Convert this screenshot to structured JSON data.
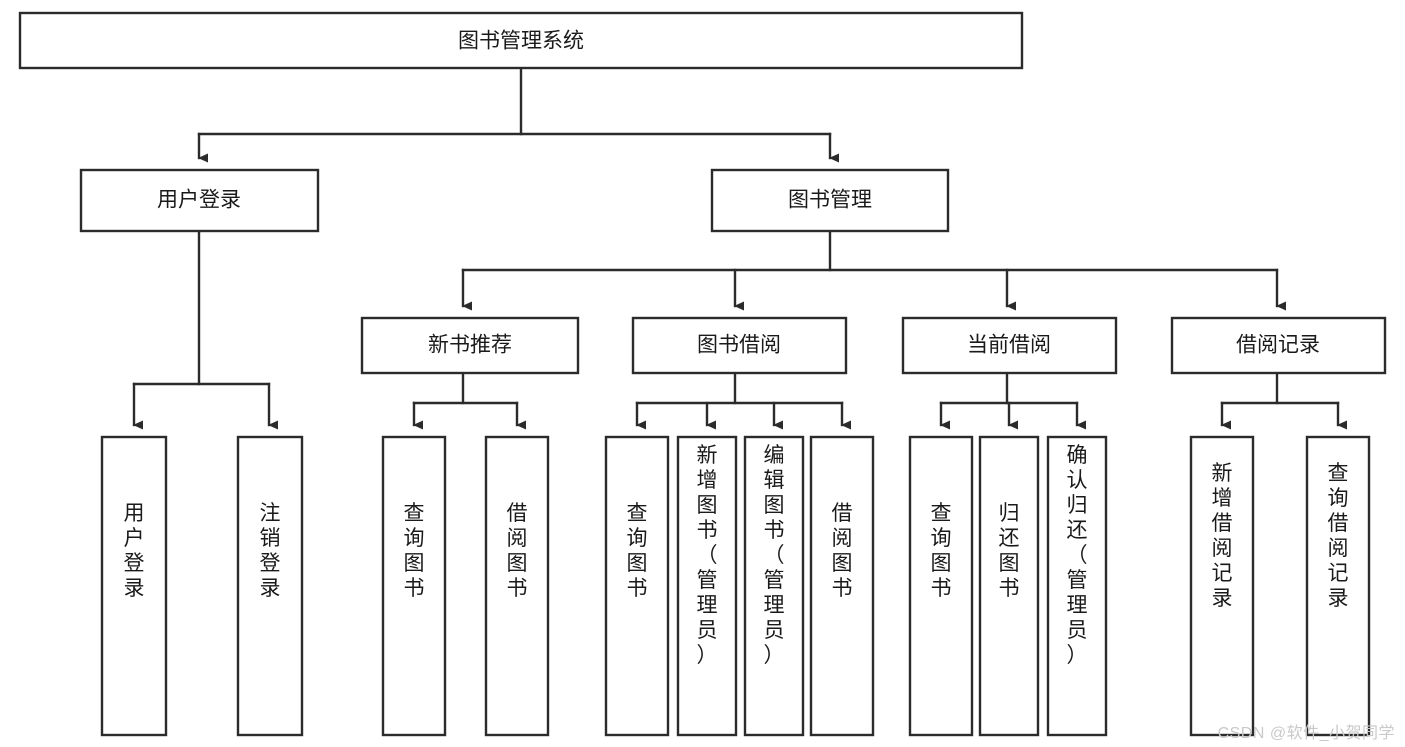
{
  "diagram": {
    "type": "hierarchy-tree",
    "title": "图书管理系统",
    "watermark": "CSDN @软件_小贺同学",
    "colors": {
      "box_stroke": "#2b2b2b",
      "box_fill": "#ffffff",
      "text": "#1a1a1a",
      "background": "#ffffff",
      "watermark": "#c9c9c9"
    },
    "levels": {
      "level1": [
        {
          "id": "root",
          "label": "图书管理系统",
          "orientation": "horizontal"
        }
      ],
      "level2": [
        {
          "id": "n-user-login",
          "label": "用户登录",
          "orientation": "horizontal",
          "parent": "root"
        },
        {
          "id": "n-book-mgmt",
          "label": "图书管理",
          "orientation": "horizontal",
          "parent": "root"
        }
      ],
      "level3": [
        {
          "id": "n-new-book-rec",
          "label": "新书推荐",
          "orientation": "horizontal",
          "parent": "n-book-mgmt"
        },
        {
          "id": "n-book-borrow",
          "label": "图书借阅",
          "orientation": "horizontal",
          "parent": "n-book-mgmt"
        },
        {
          "id": "n-current-borrow",
          "label": "当前借阅",
          "orientation": "horizontal",
          "parent": "n-book-mgmt"
        },
        {
          "id": "n-borrow-record",
          "label": "借阅记录",
          "orientation": "horizontal",
          "parent": "n-book-mgmt"
        }
      ],
      "leaves": [
        {
          "id": "leaf-user-login",
          "label": "用户登录",
          "orientation": "vertical",
          "parent": "n-user-login"
        },
        {
          "id": "leaf-user-logout",
          "label": "注销登录",
          "orientation": "vertical",
          "parent": "n-user-login"
        },
        {
          "id": "leaf-query-book-1",
          "label": "查询图书",
          "orientation": "vertical",
          "parent": "n-new-book-rec"
        },
        {
          "id": "leaf-borrow-book-1",
          "label": "借阅图书",
          "orientation": "vertical",
          "parent": "n-new-book-rec"
        },
        {
          "id": "leaf-query-book-2",
          "label": "查询图书",
          "orientation": "vertical",
          "parent": "n-book-borrow"
        },
        {
          "id": "leaf-add-book",
          "label": "新增图书（管理员）",
          "orientation": "vertical",
          "parent": "n-book-borrow"
        },
        {
          "id": "leaf-edit-book",
          "label": "编辑图书（管理员）",
          "orientation": "vertical",
          "parent": "n-book-borrow"
        },
        {
          "id": "leaf-borrow-book-2",
          "label": "借阅图书",
          "orientation": "vertical",
          "parent": "n-book-borrow"
        },
        {
          "id": "leaf-query-book-3",
          "label": "查询图书",
          "orientation": "vertical",
          "parent": "n-current-borrow"
        },
        {
          "id": "leaf-return-book",
          "label": "归还图书",
          "orientation": "vertical",
          "parent": "n-current-borrow"
        },
        {
          "id": "leaf-confirm-return",
          "label": "确认归还（管理员）",
          "orientation": "vertical",
          "parent": "n-current-borrow"
        },
        {
          "id": "leaf-add-record",
          "label": "新增借阅记录",
          "orientation": "vertical",
          "parent": "n-borrow-record"
        },
        {
          "id": "leaf-query-record",
          "label": "查询借阅记录",
          "orientation": "vertical",
          "parent": "n-borrow-record"
        }
      ]
    }
  }
}
